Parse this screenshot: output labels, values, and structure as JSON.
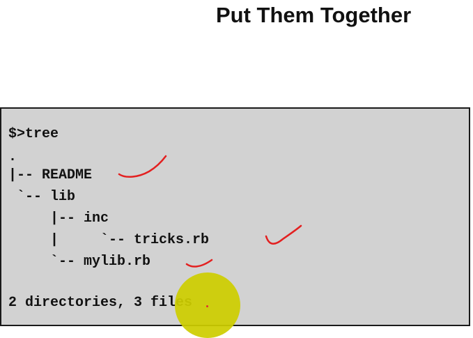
{
  "slide": {
    "title": "Put Them Together"
  },
  "terminal": {
    "lines": [
      "$>tree",
      ".",
      "|-- README",
      " `-- lib",
      "     |-- inc",
      "     |     `-- tricks.rb",
      "     `-- mylib.rb",
      "",
      "2 directories, 3 files"
    ]
  },
  "colors": {
    "terminal_background": "#d2d2d2",
    "annotation_ink": "#e32020",
    "cursor_highlight": "#cece00"
  },
  "icons": {
    "cursor_highlight": "cursor-highlight-icon",
    "annotation": "checkmark-icon"
  }
}
